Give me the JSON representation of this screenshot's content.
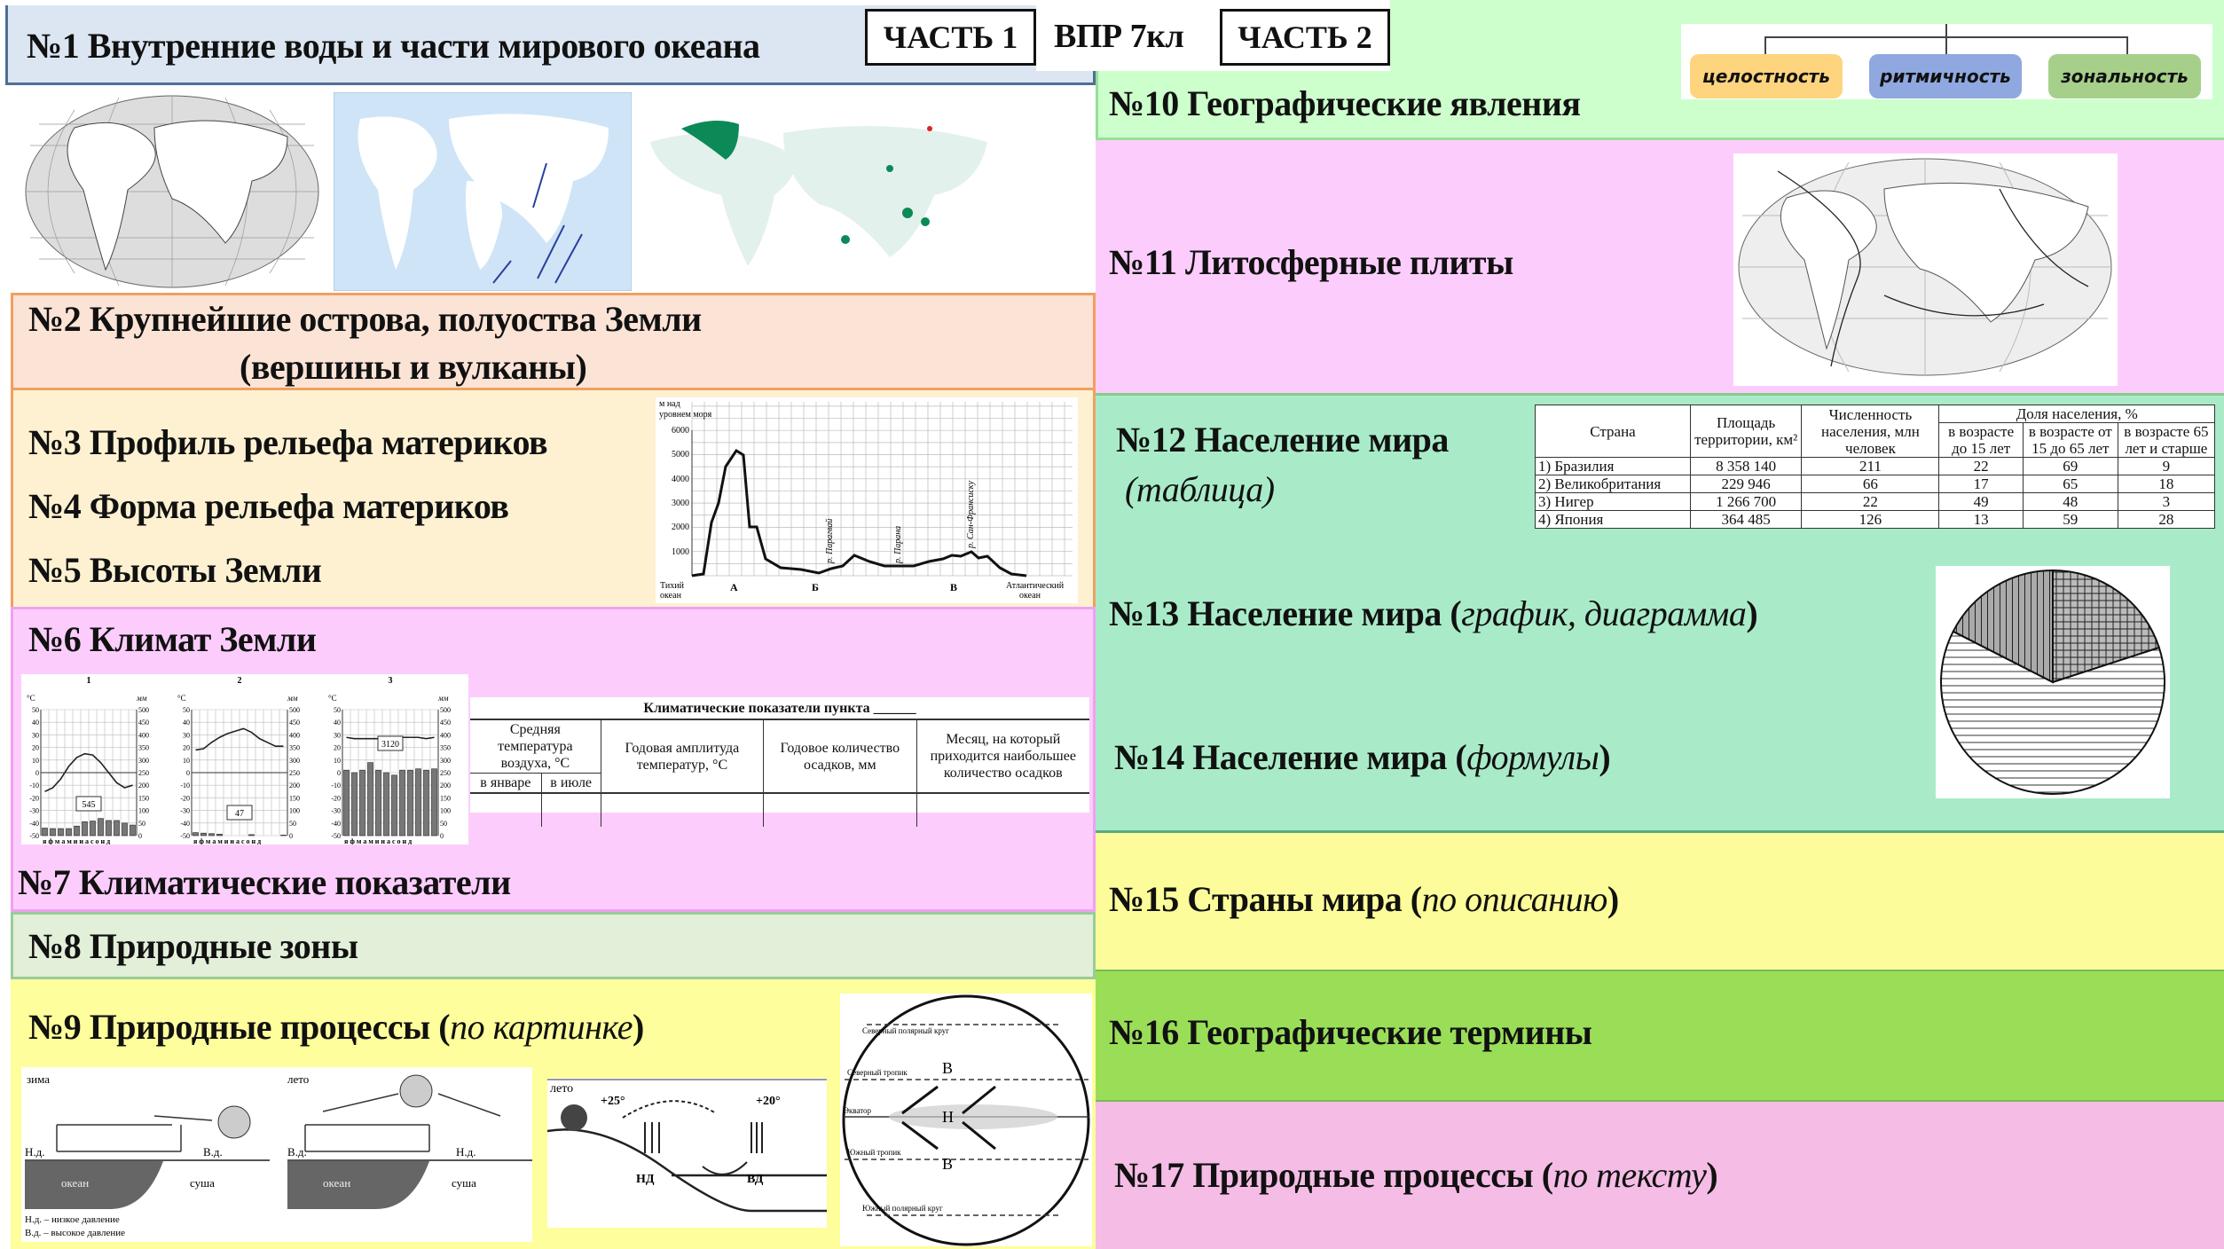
{
  "header": {
    "part1": "ЧАСТЬ 1",
    "title": "ВПР 7кл",
    "part2": "ЧАСТЬ 2"
  },
  "tasks": {
    "t1": "№1 Внутренние воды и части мирового океана",
    "t2a": "№2 Крупнейшие острова, полуоства Земли",
    "t2b": "(вершины и вулканы)",
    "t3": "№3 Профиль рельефа материков",
    "t4": "№4 Форма рельефа материков",
    "t5": "№5 Высоты Земли",
    "t6": "№6 Климат Земли",
    "t7": "№7 Климатические показатели",
    "t8": "№8 Природные зоны",
    "t9": "№9 Природные процессы (",
    "t9i": "по картинке",
    "t10": "№10 Географические явления",
    "t11": "№11 Литосферные плиты",
    "t12": "№12 Население мира",
    "t12i": "(таблица)",
    "t13": "№13 Население мира (",
    "t13i": "график, диаграмма",
    "t14": "№14 Население мира (",
    "t14i": "формулы",
    "t15": "№15 Страны мира (",
    "t15i": "по описанию",
    "t16": "№16 Географические термины",
    "t17": "№17 Природные процессы (",
    "t17i": "по тексту",
    "close": ")"
  },
  "phenomena": [
    "целостность",
    "ритмичность",
    "зональность"
  ],
  "profile": {
    "ylabel1": "м над",
    "ylabel2": "уровнем моря",
    "ticks": [
      "6000",
      "5000",
      "4000",
      "3000",
      "2000",
      "1000"
    ],
    "left1": "Тихий",
    "left2": "океан",
    "right1": "Атлантический",
    "right2": "океан",
    "points": [
      "А",
      "Б",
      "В"
    ],
    "rivers": [
      "р. Парагвай",
      "р. Парана",
      "р. Сан-Франсиску"
    ]
  },
  "climate_charts": {
    "titles": [
      "1",
      "2",
      "3"
    ],
    "totals": [
      "545",
      "47",
      "3120"
    ],
    "unit_t": "°C",
    "unit_p": "мм",
    "months": "я ф м а м и и а с о н д"
  },
  "climate_table": {
    "title": "Климатические показатели пункта ______",
    "h1": "Средняя температура воздуха, °С",
    "h1a": "в январе",
    "h1b": "в июле",
    "h2": "Годовая амплитуда температур, °С",
    "h3": "Годовое количество осадков, мм",
    "h4": "Месяц, на который приходится наибольшее количество осадков"
  },
  "population_table": {
    "headers": [
      "Страна",
      "Площадь территории, км²",
      "Численность населения, млн человек",
      "Доля населения, %"
    ],
    "sub": [
      "в возрасте до 15 лет",
      "в возрасте от 15 до 65 лет",
      "в возрасте 65 лет и старше"
    ],
    "rows": [
      [
        "1)  Бразилия",
        "8 358 140",
        "211",
        "22",
        "69",
        "9"
      ],
      [
        "2)  Великобритания",
        "229 946",
        "66",
        "17",
        "65",
        "18"
      ],
      [
        "3)  Нигер",
        "1 266 700",
        "22",
        "49",
        "48",
        "3"
      ],
      [
        "4)  Япония",
        "364 485",
        "126",
        "13",
        "59",
        "28"
      ]
    ]
  },
  "pie_shares_percent": {
    "checkered": 20,
    "vertical": 17.5,
    "horizontal": 62.5
  },
  "breeze": {
    "winter": "зима",
    "summer": "лето",
    "low": "Н.д.",
    "high": "В.д.",
    "ocean": "океан",
    "land": "суша",
    "legend1": "Н.д. – низкое давление",
    "legend2": "В.д. – высокое давление"
  },
  "slope": {
    "summer": "лето",
    "t1": "+25°",
    "t2": "+20°",
    "nd": "НД",
    "vd": "ВД"
  },
  "globe": {
    "l1": "Северный полярный круг",
    "l2": "Северный тропик",
    "l3": "Экватор",
    "l4": "Южный тропик",
    "l5": "Южный полярный круг",
    "high": "В",
    "low": "Н"
  },
  "colors": {
    "blue": "#dce6f2",
    "peach": "#fbe3d6",
    "cream": "#fdf1d2",
    "pink": "#fccdfc",
    "lightgreen": "#e2efd9",
    "yellow": "#fefe9c",
    "mint": "#a9ebc9",
    "green": "#9ade58",
    "rose": "#f5bde6"
  }
}
